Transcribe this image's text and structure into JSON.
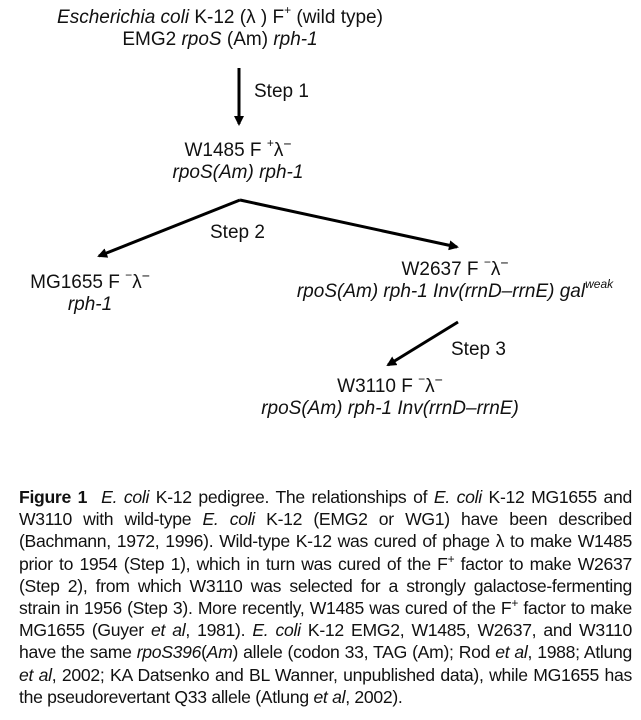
{
  "diagram": {
    "root": {
      "line1_species": "Escherichia coli",
      "line1_rest_a": " K-12 (",
      "line1_lambda": "λ",
      "line1_rest_b": " ) F",
      "line1_sup": "+",
      "line1_tail": " (wild type)",
      "line2_name": "EMG2 ",
      "line2_gene1": "rpoS",
      "line2_mid": " (Am) ",
      "line2_gene2": "rph-1"
    },
    "w1485": {
      "name": "W1485 F",
      "f_sup": "+",
      "lambda": "λ",
      "lambda_sup": "−",
      "genotype": "rpoS(Am) rph-1"
    },
    "mg1655": {
      "name": "MG1655 F",
      "f_sup": "−",
      "lambda": "λ",
      "lambda_sup": "−",
      "genotype": "rph-1"
    },
    "w2637": {
      "name": "W2637 F",
      "f_sup": "−",
      "lambda": "λ",
      "lambda_sup": "−",
      "genotype": "rpoS(Am) rph-1 Inv(rrnD–rrnE) gal",
      "genotype_sup": "weak"
    },
    "w3110": {
      "name": "W3110 F",
      "f_sup": "−",
      "lambda": "λ",
      "lambda_sup": "−",
      "genotype": "rpoS(Am) rph-1 Inv(rrnD–rrnE)"
    },
    "steps": {
      "step1": "Step 1",
      "step2": "Step 2",
      "step3": "Step 3"
    }
  },
  "caption": {
    "label": "Figure 1",
    "segments": [
      {
        "t": "E. coli",
        "i": true
      },
      {
        "t": " K-12 pedigree. The relationships of "
      },
      {
        "t": "E. coli",
        "i": true
      },
      {
        "t": " K-12 MG1655 and W3110 with wild-type "
      },
      {
        "t": "E. coli",
        "i": true
      },
      {
        "t": " K-12 (EMG2 or WG1) have been described (Bachmann, 1972, 1996). Wild-type K-12 was cured of phage λ to make W1485 prior to 1954 (Step 1), which in turn was cured of the F"
      },
      {
        "t": "+",
        "sup": true
      },
      {
        "t": " factor to make W2637 (Step 2), from which W3110 was selected for a strongly galactose-fermenting strain in 1956 (Step 3). More recently, W1485 was cured of the F"
      },
      {
        "t": "+",
        "sup": true
      },
      {
        "t": " factor to make MG1655 (Guyer "
      },
      {
        "t": "et al",
        "i": true
      },
      {
        "t": ", 1981). "
      },
      {
        "t": "E. coli",
        "i": true
      },
      {
        "t": " K-12 EMG2, W1485, W2637, and W3110 have the same "
      },
      {
        "t": "rpoS396",
        "i": true
      },
      {
        "t": "("
      },
      {
        "t": "Am",
        "i": true
      },
      {
        "t": ") allele (codon 33, TAG (Am); Rod "
      },
      {
        "t": "et al",
        "i": true
      },
      {
        "t": ", 1988; Atlung "
      },
      {
        "t": "et al",
        "i": true
      },
      {
        "t": ", 2002; KA Datsenko and BL Wanner, unpublished data), while MG1655 has the pseudorevertant Q33 allele (Atlung "
      },
      {
        "t": "et al",
        "i": true
      },
      {
        "t": ", 2002)."
      }
    ]
  }
}
